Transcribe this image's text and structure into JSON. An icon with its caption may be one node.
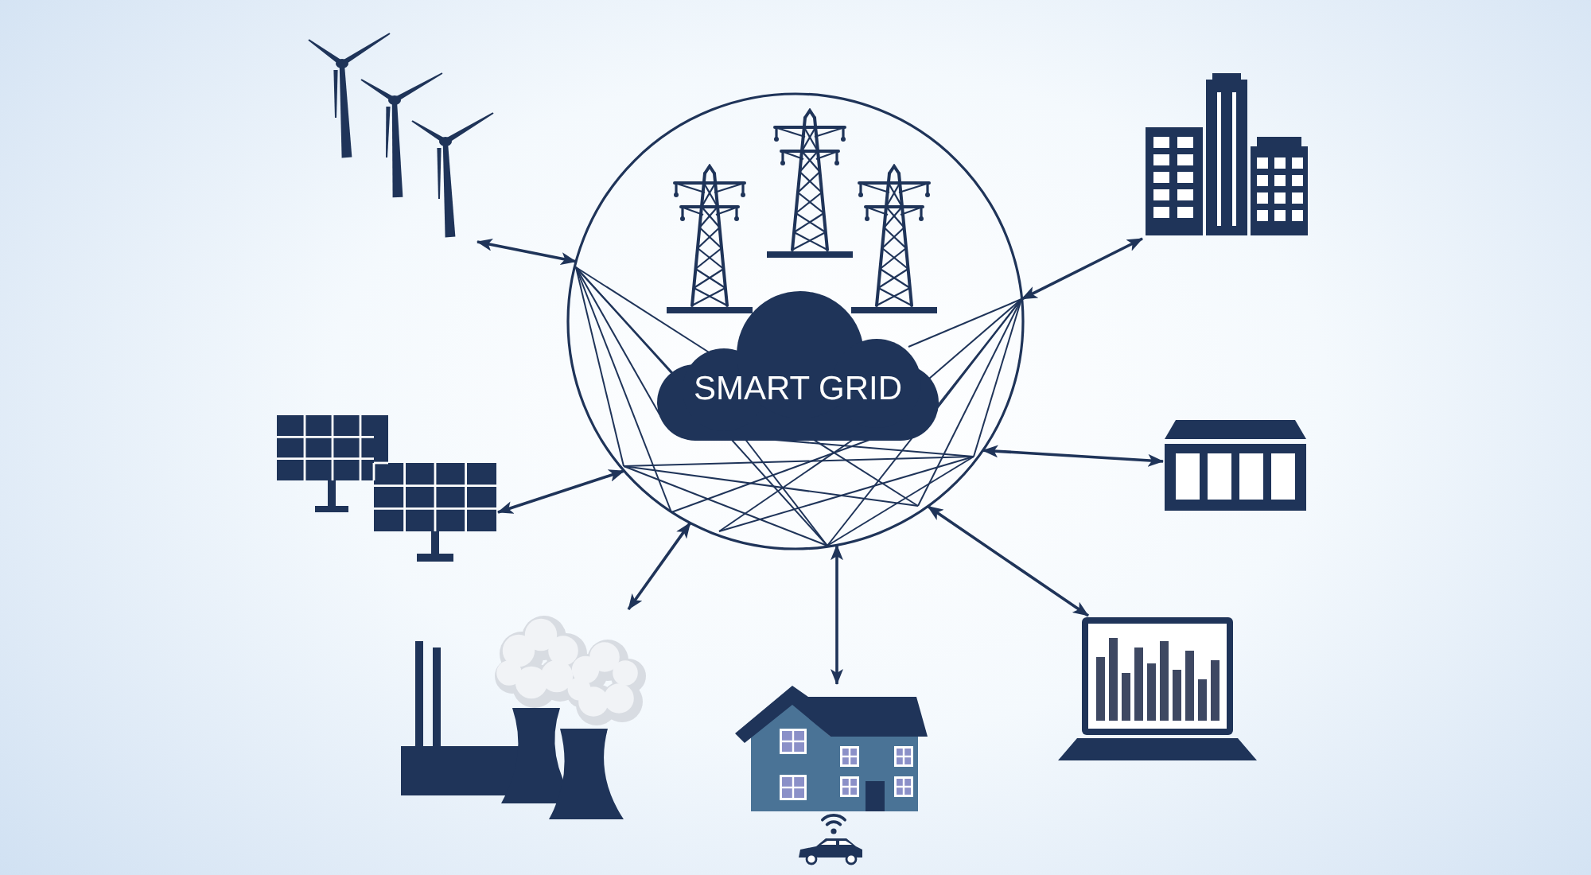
{
  "diagram": {
    "nodes": [
      {
        "text": [],
        "shape": "circle"
      },
      {
        "text": [
          "SMART GRID"
        ],
        "in": 0
      },
      {
        "text": [],
        "shape": "picture"
      },
      {
        "text": [],
        "shape": "picture"
      },
      {
        "text": [],
        "shape": "picture"
      },
      {
        "text": [],
        "shape": "picture"
      },
      {
        "text": [],
        "shape": "picture"
      },
      {
        "text": [],
        "shape": "picture"
      },
      {
        "text": [],
        "shape": "picture"
      }
    ],
    "edges": [
      {
        "from": 2,
        "to": 0,
        "arrow": "both"
      },
      {
        "from": 0,
        "to": 3,
        "arrow": "both"
      },
      {
        "from": 4,
        "to": 0,
        "arrow": "both"
      },
      {
        "from": 0,
        "to": 5,
        "arrow": "both"
      },
      {
        "from": 6,
        "to": 0,
        "arrow": "both"
      },
      {
        "from": 7,
        "to": 0,
        "arrow": "both"
      },
      {
        "from": 0,
        "to": 8,
        "arrow": "both"
      }
    ]
  }
}
